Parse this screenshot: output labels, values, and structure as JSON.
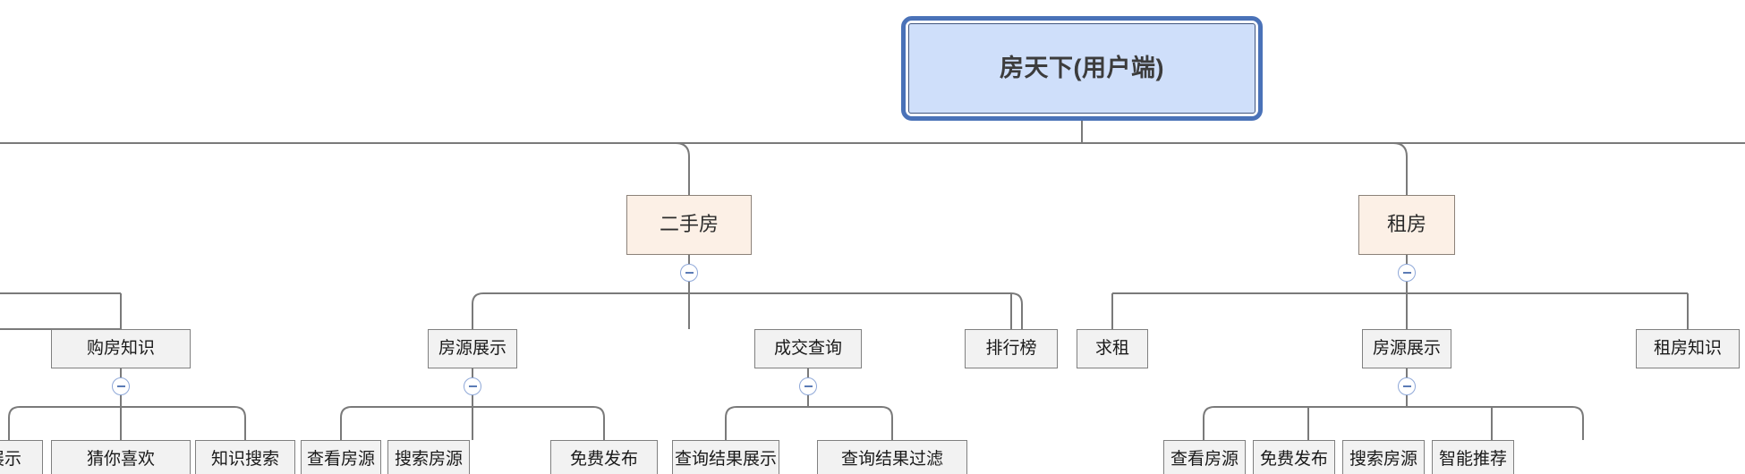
{
  "diagram": {
    "type": "mindmap-tree",
    "orientation": "top-down",
    "colors": {
      "root_fill": "#cfdffa",
      "root_frame": "#4a72b8",
      "level1_fill": "#fcf0e6",
      "node_fill": "#f2f2f2",
      "node_border": "#808080",
      "edge": "#7a7a7a",
      "toggle_border": "#8fa8d8",
      "toggle_glyph": "#5b7bb5"
    },
    "toggle_icon_label": "minus-circle-collapse-icon"
  },
  "root": {
    "label": "房天下(用户端)"
  },
  "branches": [
    {
      "id": "ershoufang",
      "label": "二手房",
      "collapsible": true,
      "children": [
        {
          "id": "gou-fang-zhi-shi",
          "label": "购房知识",
          "collapsible": true,
          "children": [
            {
              "id": "zhan-shi",
              "label": "展示"
            },
            {
              "id": "cai-ni-xi-huan",
              "label": "猜你喜欢"
            },
            {
              "id": "zhi-shi-sou-suo",
              "label": "知识搜索"
            }
          ]
        },
        {
          "id": "fang-yuan-zhan-shi-esf",
          "label": "房源展示",
          "collapsible": true,
          "children": [
            {
              "id": "cha-kan-fang-yuan-esf",
              "label": "查看房源"
            },
            {
              "id": "sou-suo-fang-yuan-esf",
              "label": "搜索房源"
            },
            {
              "id": "mian-fei-fa-bu-esf",
              "label": "免费发布"
            }
          ]
        },
        {
          "id": "cheng-jiao-cha-xun",
          "label": "成交查询",
          "collapsible": true,
          "children": [
            {
              "id": "cha-xun-jie-guo-zhan-shi",
              "label": "查询结果展示"
            },
            {
              "id": "cha-xun-jie-guo-guo-lv",
              "label": "查询结果过滤"
            }
          ]
        },
        {
          "id": "pai-hang-bang",
          "label": "排行榜",
          "collapsible": false,
          "children": []
        }
      ]
    },
    {
      "id": "zufang",
      "label": "租房",
      "collapsible": true,
      "children": [
        {
          "id": "qiu-zu",
          "label": "求租",
          "collapsible": false,
          "children": []
        },
        {
          "id": "fang-yuan-zhan-shi-zf",
          "label": "房源展示",
          "collapsible": true,
          "children": [
            {
              "id": "cha-kan-fang-yuan-zf",
              "label": "查看房源"
            },
            {
              "id": "mian-fei-fa-bu-zf",
              "label": "免费发布"
            },
            {
              "id": "sou-suo-fang-yuan-zf",
              "label": "搜索房源"
            },
            {
              "id": "zhi-neng-tui-jian-zf",
              "label": "智能推荐"
            }
          ]
        },
        {
          "id": "zu-fang-zhi-shi",
          "label": "租房知识",
          "collapsible": false,
          "children": []
        }
      ]
    }
  ]
}
